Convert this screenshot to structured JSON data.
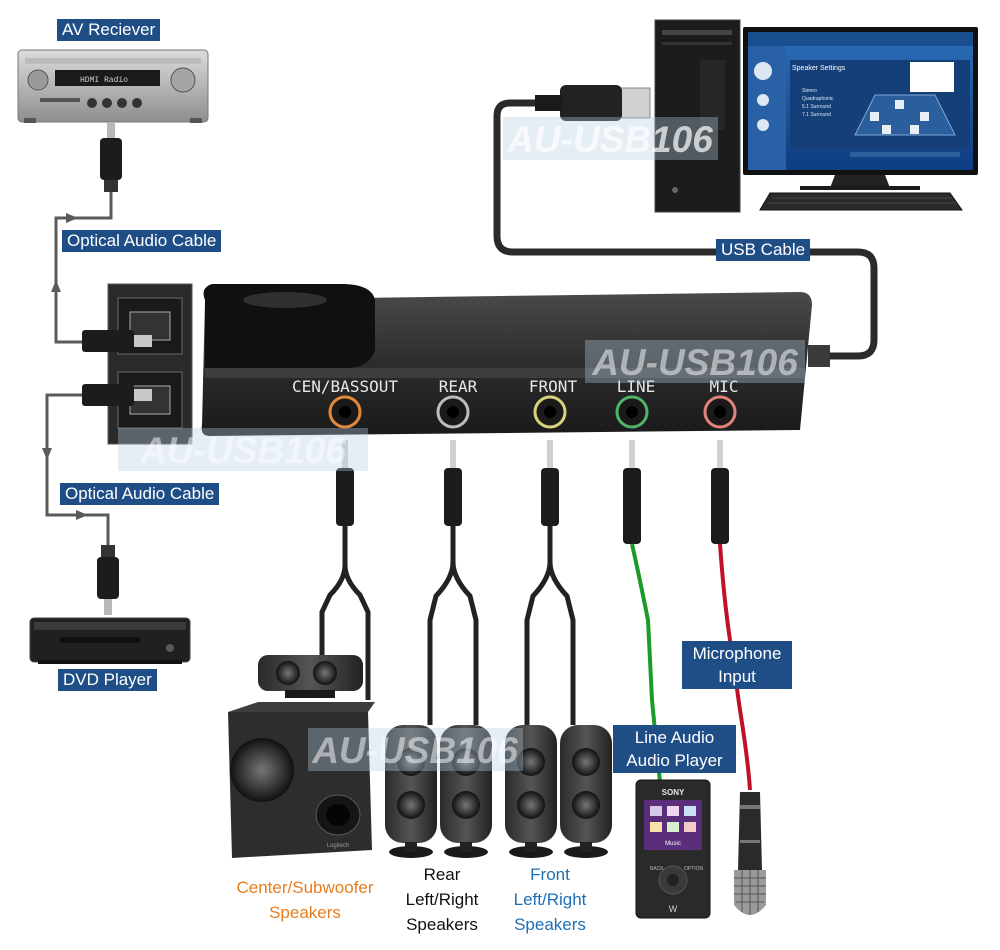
{
  "labels": {
    "av_receiver": "AV Reciever",
    "optical_cable_top": "Optical Audio Cable",
    "optical_cable_bottom": "Optical Audio Cable",
    "dvd_player": "DVD Player",
    "usb_cable": "USB Cable",
    "microphone_input": "Microphone Input",
    "line_audio_player": "Line Audio Audio Player"
  },
  "ports": [
    "CEN/BASSOUT",
    "REAR",
    "FRONT",
    "LINE",
    "MIC"
  ],
  "captions": {
    "center_sub": "Center/Subwoofer Speakers",
    "rear": "Rear Left/Right Speakers",
    "front": "Front Left/Right Speakers"
  },
  "watermark": "AU-USB106",
  "device_text": {
    "receiver_display": "HDMI Radio",
    "player_brand": "SONY",
    "player_screen": "Music",
    "player_btn_back": "BACK",
    "player_btn_option": "OPTION",
    "player_logo": "W",
    "sub_brand": "Logitech",
    "screen_panel_title": "Speaker Settings",
    "screen_options": [
      "Stereo",
      "Quadraphonic",
      "5.1 Surround",
      "7.1 Surround"
    ]
  },
  "colors": {
    "label_bg": "#1f4e86",
    "center_caption": "#e87d1e",
    "front_caption": "#1e6fb5",
    "line_wire": "#1c9a2a",
    "mic_wire": "#c0102a",
    "cable": "#2a2a2a"
  }
}
